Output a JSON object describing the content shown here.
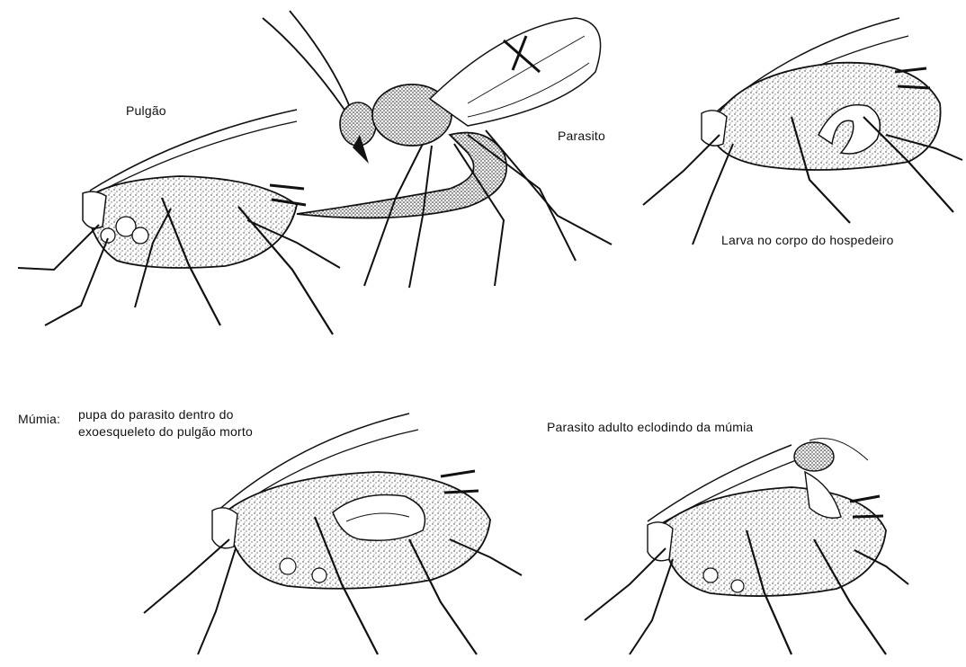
{
  "labels": {
    "pulgao": "Pulgão",
    "parasito": "Parasito",
    "larva": "Larva no corpo do hospedeiro",
    "mumia_term": "Múmia:",
    "mumia_desc": "pupa do parasito dentro do exoesqueleto do pulgão morto",
    "adulto": "Parasito adulto eclodindo da múmia"
  },
  "icons": {
    "aphid": "aphid-illustration",
    "wasp": "parasitoid-wasp-illustration",
    "larva": "larva-inside-host-illustration",
    "mummy": "mummy-aphid-illustration",
    "emerging": "emerging-adult-illustration"
  },
  "colors": {
    "ink": "#111111",
    "paper": "#ffffff",
    "stipple": "#333333"
  }
}
